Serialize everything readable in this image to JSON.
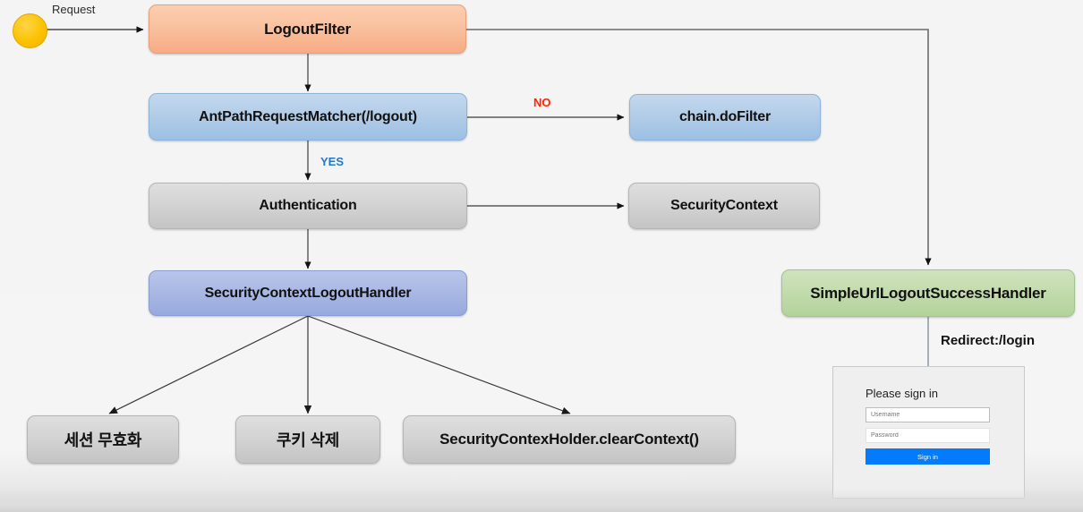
{
  "diagram": {
    "title": "Spring Security LogoutFilter flow",
    "colors": {
      "orange": "#f7ab84",
      "blue": "#9cc0e4",
      "gray": "#c4c4c4",
      "indigo": "#97a9dd",
      "green": "#b3d39b",
      "start_dot": "#fcc200",
      "label_no": "#ff2400",
      "label_yes": "#1f78c8",
      "signin_button": "#047bfb",
      "background": "#f4f4f4"
    },
    "nodes": {
      "start": {
        "name": "start-node",
        "label": ""
      },
      "logout_filter": {
        "label": "LogoutFilter",
        "style": "orange"
      },
      "ant_path_matcher": {
        "label": "AntPathRequestMatcher(/logout)",
        "style": "blue"
      },
      "chain_do_filter": {
        "label": "chain.doFilter",
        "style": "blue"
      },
      "authentication": {
        "label": "Authentication",
        "style": "gray"
      },
      "security_context": {
        "label": "SecurityContext",
        "style": "gray"
      },
      "security_context_logout_handler": {
        "label": "SecurityContextLogoutHandler",
        "style": "indigo"
      },
      "session_invalidate": {
        "label": "세션 무효화",
        "style": "gray"
      },
      "cookie_delete": {
        "label": "쿠키 삭제",
        "style": "gray"
      },
      "clear_context": {
        "label": "SecurityContexHolder.clearContext()",
        "style": "gray"
      },
      "simple_url_logout_success_handler": {
        "label": "SimpleUrlLogoutSuccessHandler",
        "style": "green"
      }
    },
    "edge_labels": {
      "request": "Request",
      "no": "NO",
      "yes": "YES",
      "redirect": "Redirect:/login"
    },
    "login_form": {
      "title": "Please sign in",
      "username_placeholder": "Username",
      "password_placeholder": "Password",
      "submit_label": "Sign in"
    }
  }
}
